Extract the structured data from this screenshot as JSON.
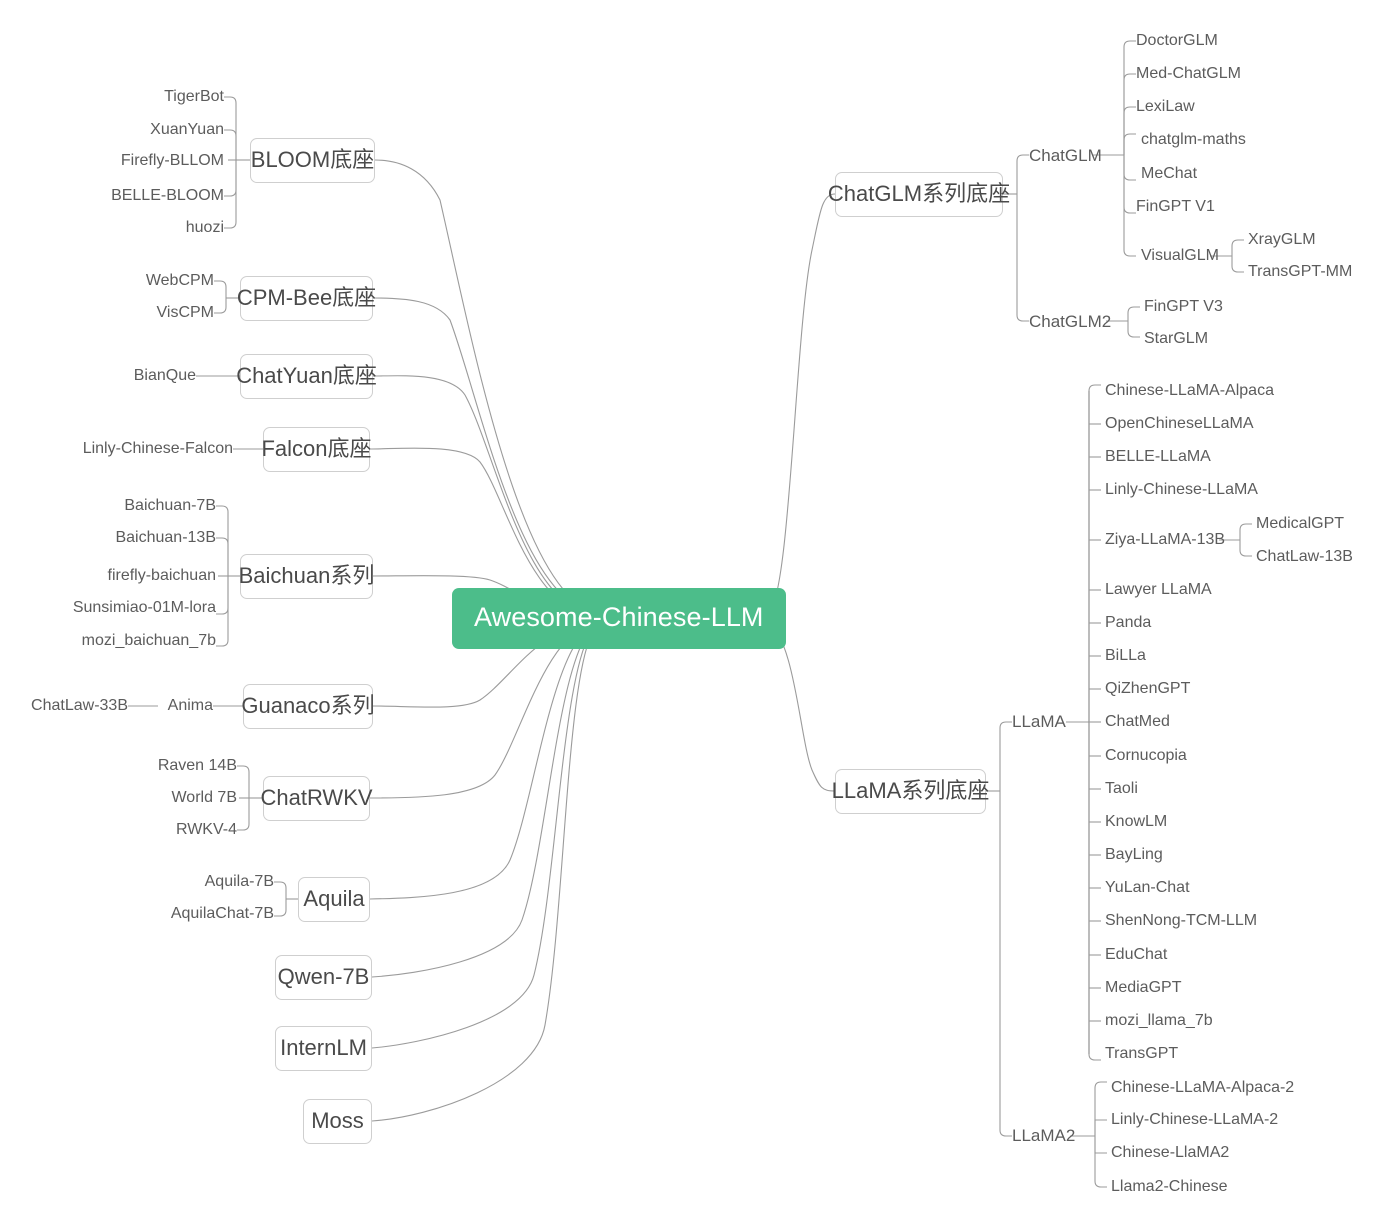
{
  "meta": {
    "title": "Awesome-Chinese-LLM",
    "accent_color": "#4CBD8A",
    "node_border_color": "#cfcfcf",
    "link_color": "#9b9b9b",
    "text_color": "#5c5c5c"
  },
  "root": {
    "label": "Awesome-Chinese-LLM"
  },
  "left_branches": [
    {
      "label": "BLOOM底座",
      "children": [
        {
          "label": "TigerBot"
        },
        {
          "label": "XuanYuan"
        },
        {
          "label": "Firefly-BLLOM"
        },
        {
          "label": "BELLE-BLOOM"
        },
        {
          "label": "huozi"
        }
      ]
    },
    {
      "label": "CPM-Bee底座",
      "children": [
        {
          "label": "WebCPM"
        },
        {
          "label": "VisCPM"
        }
      ]
    },
    {
      "label": "ChatYuan底座",
      "children": [
        {
          "label": "BianQue"
        }
      ]
    },
    {
      "label": "Falcon底座",
      "children": [
        {
          "label": "Linly-Chinese-Falcon"
        }
      ]
    },
    {
      "label": "Baichuan系列",
      "children": [
        {
          "label": "Baichuan-7B"
        },
        {
          "label": "Baichuan-13B"
        },
        {
          "label": "firefly-baichuan"
        },
        {
          "label": "Sunsimiao-01M-lora"
        },
        {
          "label": "mozi_baichuan_7b"
        }
      ]
    },
    {
      "label": "Guanaco系列",
      "children": [
        {
          "label": "Anima",
          "children": [
            {
              "label": "ChatLaw-33B"
            }
          ]
        }
      ]
    },
    {
      "label": "ChatRWKV",
      "children": [
        {
          "label": "Raven 14B"
        },
        {
          "label": "World 7B"
        },
        {
          "label": "RWKV-4"
        }
      ]
    },
    {
      "label": "Aquila",
      "children": [
        {
          "label": "Aquila-7B"
        },
        {
          "label": "AquilaChat-7B"
        }
      ]
    },
    {
      "label": "Qwen-7B",
      "children": []
    },
    {
      "label": "InternLM",
      "children": []
    },
    {
      "label": "Moss",
      "children": []
    }
  ],
  "right_branches": [
    {
      "label": "ChatGLM系列底座",
      "children": [
        {
          "label": "ChatGLM",
          "children": [
            {
              "label": "DoctorGLM"
            },
            {
              "label": "Med-ChatGLM"
            },
            {
              "label": "LexiLaw"
            },
            {
              "label": "chatglm-maths"
            },
            {
              "label": "MeChat"
            },
            {
              "label": "FinGPT V1"
            },
            {
              "label": "VisualGLM",
              "children": [
                {
                  "label": "XrayGLM"
                },
                {
                  "label": "TransGPT-MM"
                }
              ]
            }
          ]
        },
        {
          "label": "ChatGLM2",
          "children": [
            {
              "label": "FinGPT V3"
            },
            {
              "label": "StarGLM"
            }
          ]
        }
      ]
    },
    {
      "label": "LLaMA系列底座",
      "children": [
        {
          "label": "LLaMA",
          "children": [
            {
              "label": "Chinese-LLaMA-Alpaca"
            },
            {
              "label": "OpenChineseLLaMA"
            },
            {
              "label": "BELLE-LLaMA"
            },
            {
              "label": "Linly-Chinese-LLaMA"
            },
            {
              "label": "Ziya-LLaMA-13B",
              "children": [
                {
                  "label": "MedicalGPT"
                },
                {
                  "label": "ChatLaw-13B"
                }
              ]
            },
            {
              "label": "Lawyer LLaMA"
            },
            {
              "label": "Panda"
            },
            {
              "label": "BiLLa"
            },
            {
              "label": "QiZhenGPT"
            },
            {
              "label": "ChatMed"
            },
            {
              "label": "Cornucopia"
            },
            {
              "label": "Taoli"
            },
            {
              "label": "KnowLM"
            },
            {
              "label": "BayLing"
            },
            {
              "label": "YuLan-Chat"
            },
            {
              "label": "ShenNong-TCM-LLM"
            },
            {
              "label": "EduChat"
            },
            {
              "label": "MediaGPT"
            },
            {
              "label": "mozi_llama_7b"
            },
            {
              "label": "TransGPT"
            }
          ]
        },
        {
          "label": "LLaMA2",
          "children": [
            {
              "label": "Chinese-LLaMA-Alpaca-2"
            },
            {
              "label": "Linly-Chinese-LLaMA-2"
            },
            {
              "label": "Chinese-LlaMA2"
            },
            {
              "label": "Llama2-Chinese"
            }
          ]
        }
      ]
    }
  ]
}
